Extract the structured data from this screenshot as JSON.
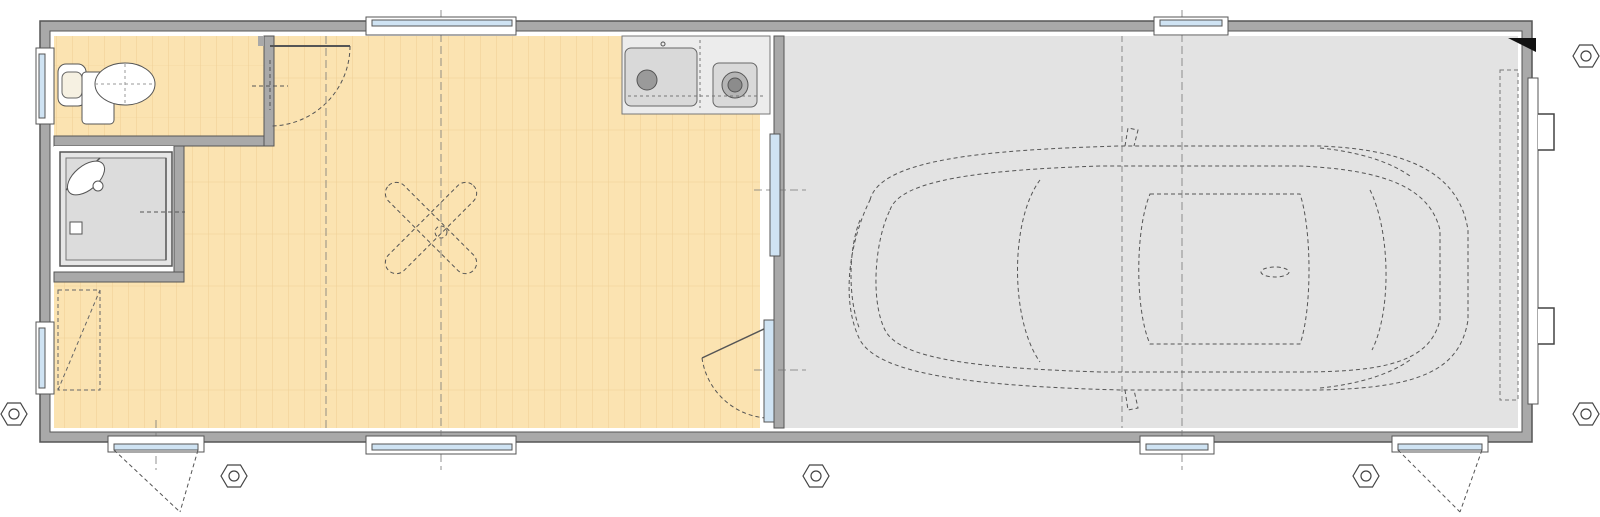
{
  "drawing": {
    "type": "floor-plan",
    "rooms": [
      "toilet",
      "shower",
      "living-room",
      "kitchen",
      "garage"
    ],
    "colors": {
      "wall_outer": "#6e6e6e",
      "wall_fill": "#a9a9a9",
      "floor_wood": "#fbe3b1",
      "floor_plank_line": "#ecc98a",
      "garage_floor": "#e3e3e3",
      "window_glass": "#cfe3f3",
      "dash_line": "#666666",
      "fixture": "#ffffff"
    },
    "icons": [
      "toilet-icon",
      "washbasin-icon",
      "shower-icon",
      "sink-icon",
      "stove-icon",
      "car-outline-icon",
      "ceiling-fan-icon",
      "hexagon-post-icon"
    ]
  }
}
